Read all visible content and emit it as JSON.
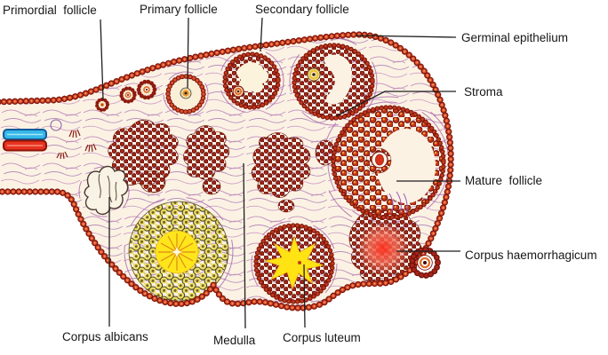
{
  "labels": {
    "primordial_follicle": "Primordial  follicle",
    "primary_follicle": "Primary follicle",
    "secondary_follicle": "Secondary follicle",
    "germinal_epithelium": "Germinal epithelium",
    "stroma": "Stroma",
    "mature_follicle": "Mature  follicle",
    "corpus_haemorrhagicum": "Corpus haemorrhagicum",
    "corpus_albicans": "Corpus albicans",
    "medulla": "Medulla",
    "corpus_luteum": "Corpus luteum"
  },
  "colors": {
    "background": "#ffffff",
    "ovary_fill": "#fbf2e4",
    "bead_border_red": "#de4f2a",
    "cell_dark_red": "#a8281a",
    "granulosa_red": "#c23418",
    "stroma_purple": "#a25aa6",
    "luteal_yellow_cell": "#efe166",
    "luteum_star_yellow": "#ffe312",
    "haemorrhagic_red": "#ff2e1c",
    "vessel_blue": "#35b8e8",
    "vessel_red": "#e8331e",
    "label_text": "#161616"
  }
}
